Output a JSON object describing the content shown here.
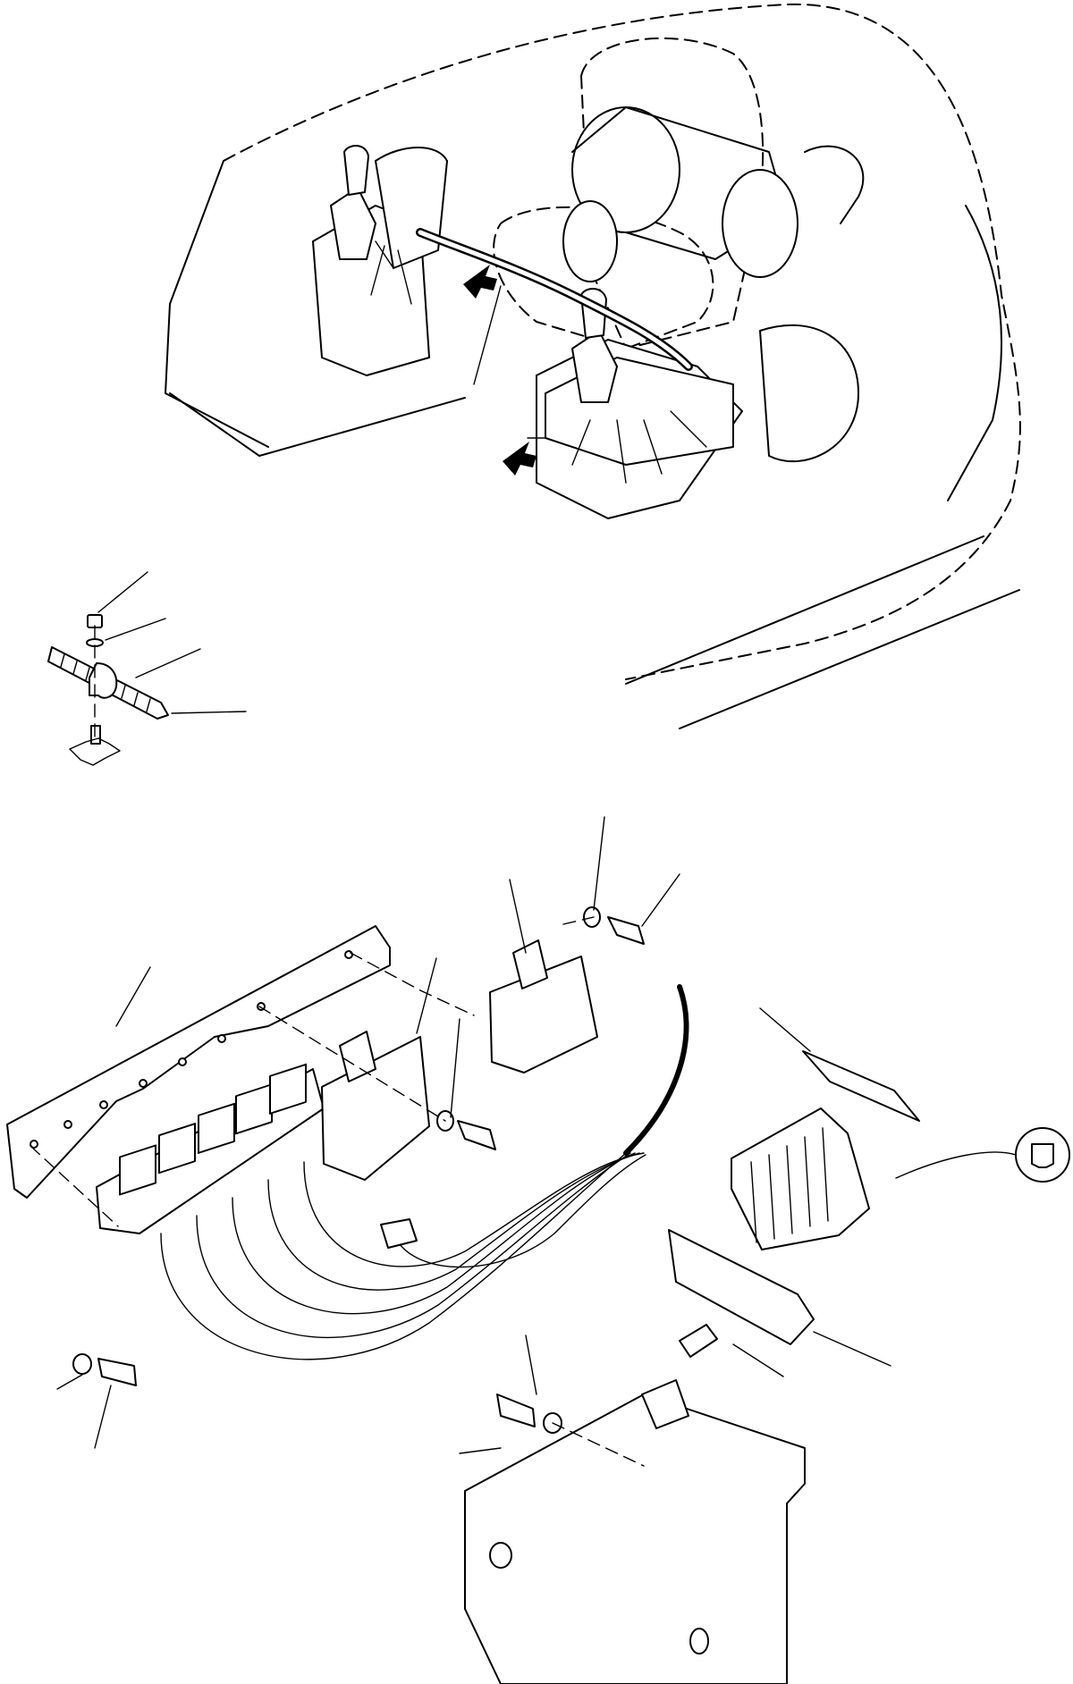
{
  "figure": {
    "upper_view": "operator-seat-wiring-harness",
    "inset_view": "harness-clamp-detail",
    "lower_view": "relay-panel-exploded",
    "callout_labels": [],
    "arrow_icon": "black-arrow-icon",
    "fuse_icon": "blade-fuse-icon"
  },
  "colors": {
    "line": "#000000",
    "background": "#ffffff"
  }
}
